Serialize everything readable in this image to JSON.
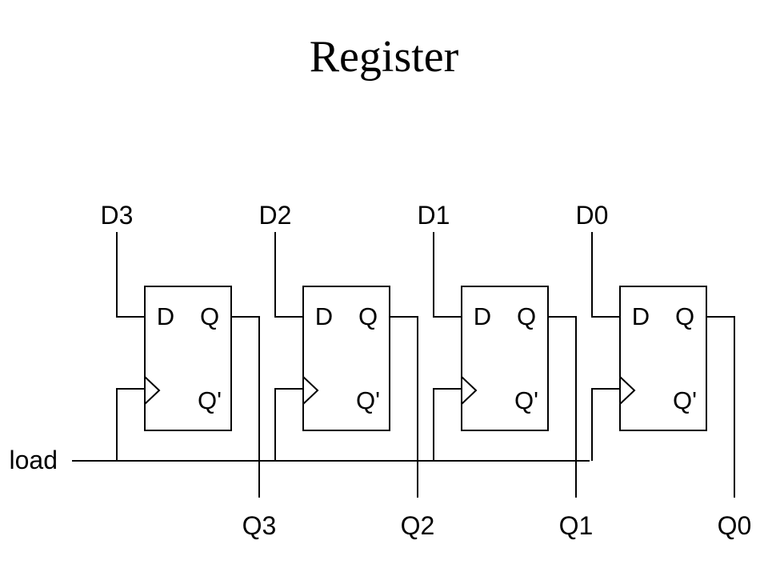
{
  "title": "Register",
  "load_label": "load",
  "flip_flops": [
    {
      "input": "D3",
      "output": "Q3",
      "d_pin": "D",
      "q_pin": "Q",
      "qbar_pin": "Q'"
    },
    {
      "input": "D2",
      "output": "Q2",
      "d_pin": "D",
      "q_pin": "Q",
      "qbar_pin": "Q'"
    },
    {
      "input": "D1",
      "output": "Q1",
      "d_pin": "D",
      "q_pin": "Q",
      "qbar_pin": "Q'"
    },
    {
      "input": "D0",
      "output": "Q0",
      "d_pin": "D",
      "q_pin": "Q",
      "qbar_pin": "Q'"
    }
  ]
}
